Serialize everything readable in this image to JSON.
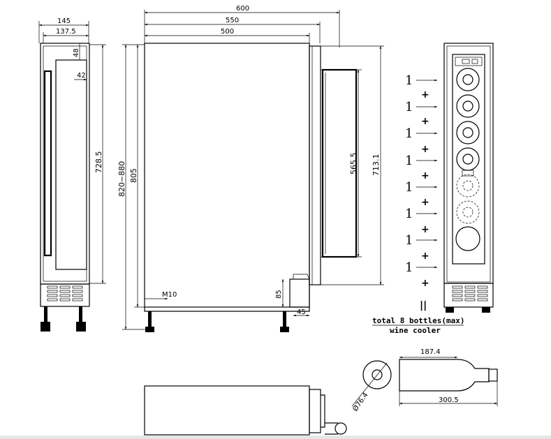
{
  "dimensions": {
    "width_600": "600",
    "width_550": "550",
    "width_500": "500",
    "front_145": "145",
    "front_137_5": "137.5",
    "front_48": "48",
    "front_42": "42",
    "front_728_5": "728.5",
    "side_820_880": "820~880",
    "side_805": "805",
    "side_565_5": "565.5",
    "side_713_1": "713.1",
    "side_m10": "M10",
    "side_85": "85",
    "side_45": "45",
    "bottle_187_4": "187.4",
    "bottle_300_5": "300.5",
    "bottle_dia": "Ø76.4"
  },
  "bottle_equation": {
    "terms": [
      "1",
      "1",
      "1",
      "1",
      "1",
      "1",
      "1",
      "1"
    ],
    "plus": "+",
    "equals": "||"
  },
  "caption": {
    "line1": "total 8 bottles(max)",
    "line2": "wine cooler"
  }
}
